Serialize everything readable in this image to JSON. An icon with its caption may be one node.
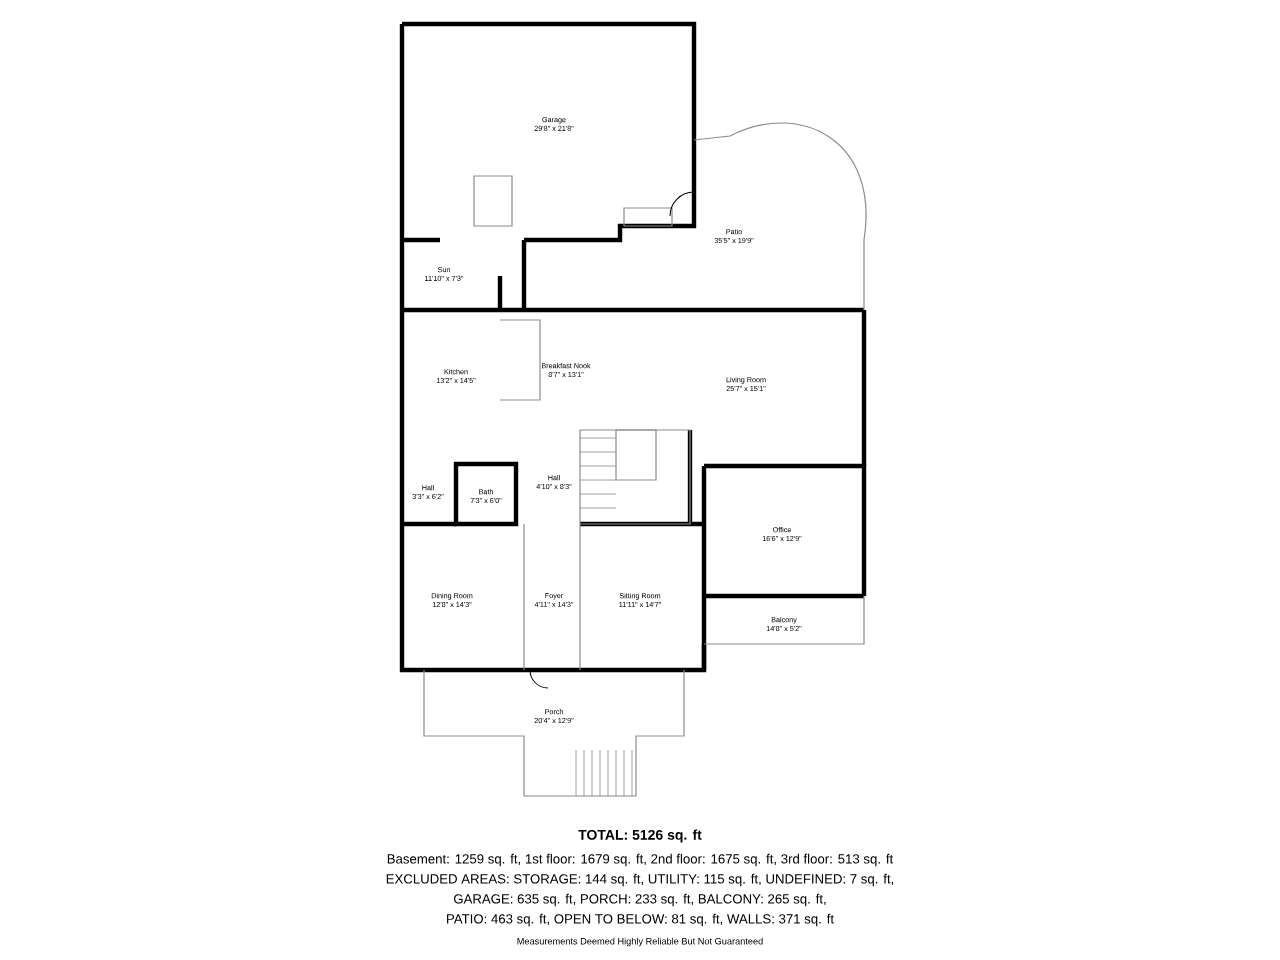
{
  "diagram": {
    "nodes": [
      {
        "text": [
          "Garage",
          "29'8\" x 21'8\""
        ]
      },
      {
        "text": [
          "Patio",
          "35'5\" x 19'9\""
        ]
      },
      {
        "text": [
          "Sun",
          "11'10\" x 7'3\""
        ]
      },
      {
        "text": [
          "Kitchen",
          "13'2\" x 14'5\""
        ]
      },
      {
        "text": [
          "Breakfast Nook",
          "8'7\" x 13'1\""
        ]
      },
      {
        "text": [
          "Living Room",
          "25'7\" x 15'1\""
        ]
      },
      {
        "text": [
          "Hall",
          "3'3\" x 6'2\""
        ]
      },
      {
        "text": [
          "Bath",
          "7'3\" x 6'0\""
        ]
      },
      {
        "text": [
          "Hall",
          "4'10\" x 8'3\""
        ]
      },
      {
        "text": [
          "Office",
          "16'6\" x 12'9\""
        ]
      },
      {
        "text": [
          "Dining Room",
          "12'8\" x 14'3\""
        ]
      },
      {
        "text": [
          "Foyer",
          "4'11\" x 14'3\""
        ]
      },
      {
        "text": [
          "Sitting Room",
          "11'11\" x 14'7\""
        ]
      },
      {
        "text": [
          "Balcony",
          "14'8\" x 5'2\""
        ]
      },
      {
        "text": [
          "Porch",
          "20'4\" x 12'9\""
        ]
      }
    ],
    "labels": [
      "TOTAL: 5126 sq. ft",
      "Basement: 1259 sq. ft, 1st floor: 1679 sq. ft, 2nd floor: 1675 sq. ft, 3rd floor: 513 sq. ft",
      "EXCLUDED AREAS: STORAGE: 144 sq. ft, UTILITY: 115 sq. ft, UNDEFINED: 7 sq. ft,",
      "GARAGE: 635 sq. ft, PORCH: 233 sq. ft, BALCONY: 265 sq. ft,",
      "PATIO: 463 sq. ft, OPEN TO BELOW: 81 sq. ft, WALLS: 371 sq. ft",
      "Measurements Deemed Highly Reliable But Not Guaranteed"
    ]
  }
}
